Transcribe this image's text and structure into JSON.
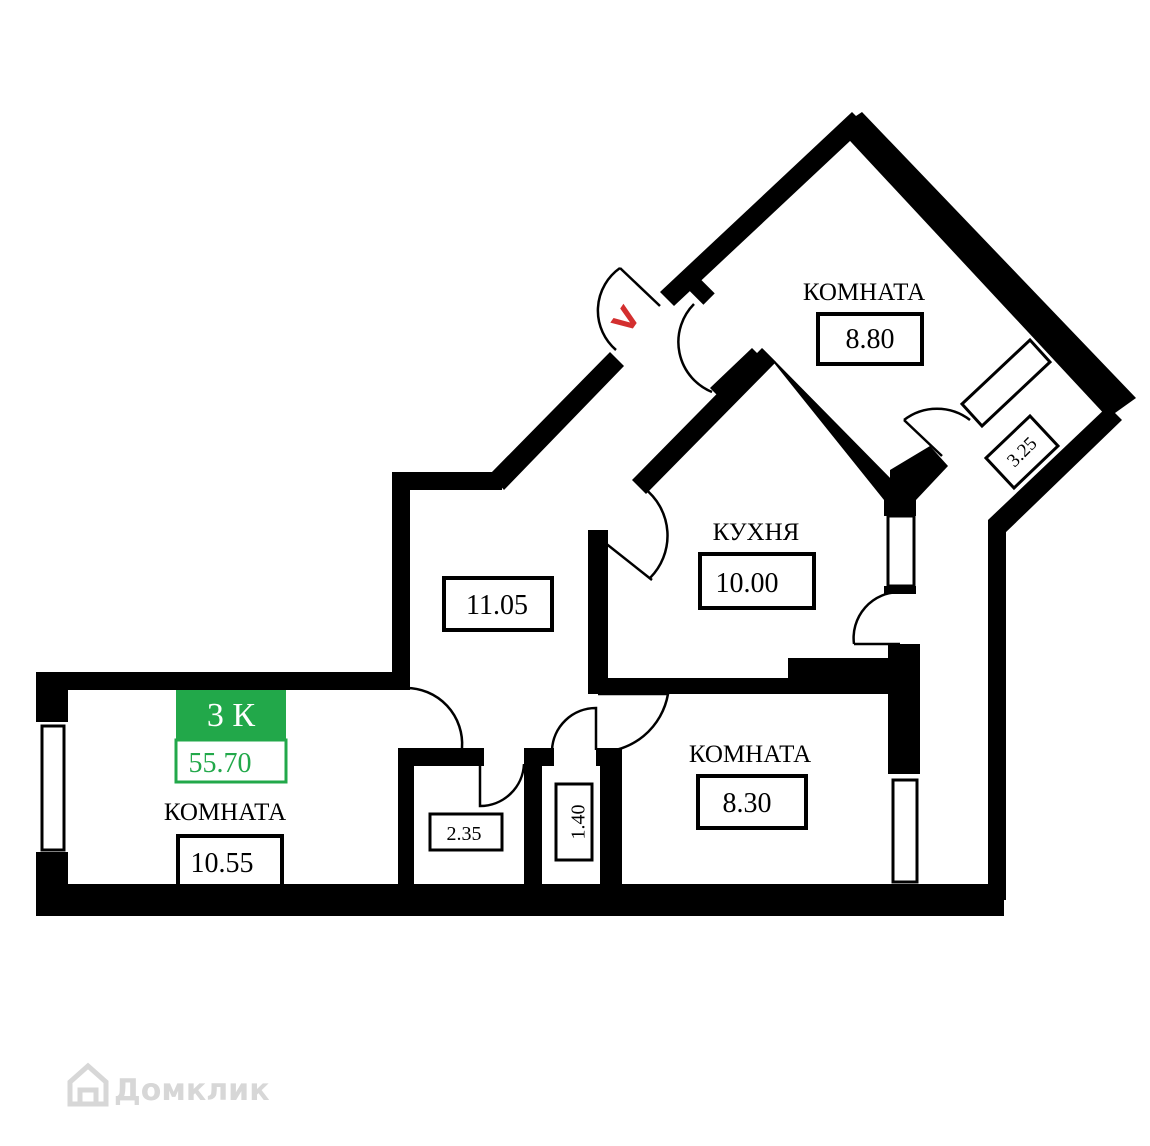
{
  "apartment": {
    "type_label": "3 К",
    "total_area": "55.70",
    "accent_color": "#22a84a"
  },
  "rooms": {
    "room_top": {
      "name": "КОМНАТА",
      "area": "8.80"
    },
    "kitchen": {
      "name": "КУХНЯ",
      "area": "10.00"
    },
    "hall": {
      "area": "11.05"
    },
    "room_left": {
      "name": "КОМНАТА",
      "area": "10.55"
    },
    "room_right": {
      "name": "КОМНАТА",
      "area": "8.30"
    },
    "bathroom": {
      "area": "2.35"
    },
    "wc": {
      "area": "1.40"
    },
    "balcony": {
      "area": "3.25"
    }
  },
  "entrance_mark": {
    "glyph": "V",
    "color": "#d32f2f"
  },
  "watermark": {
    "text": "Домклик",
    "icon": "house-logo-icon"
  }
}
